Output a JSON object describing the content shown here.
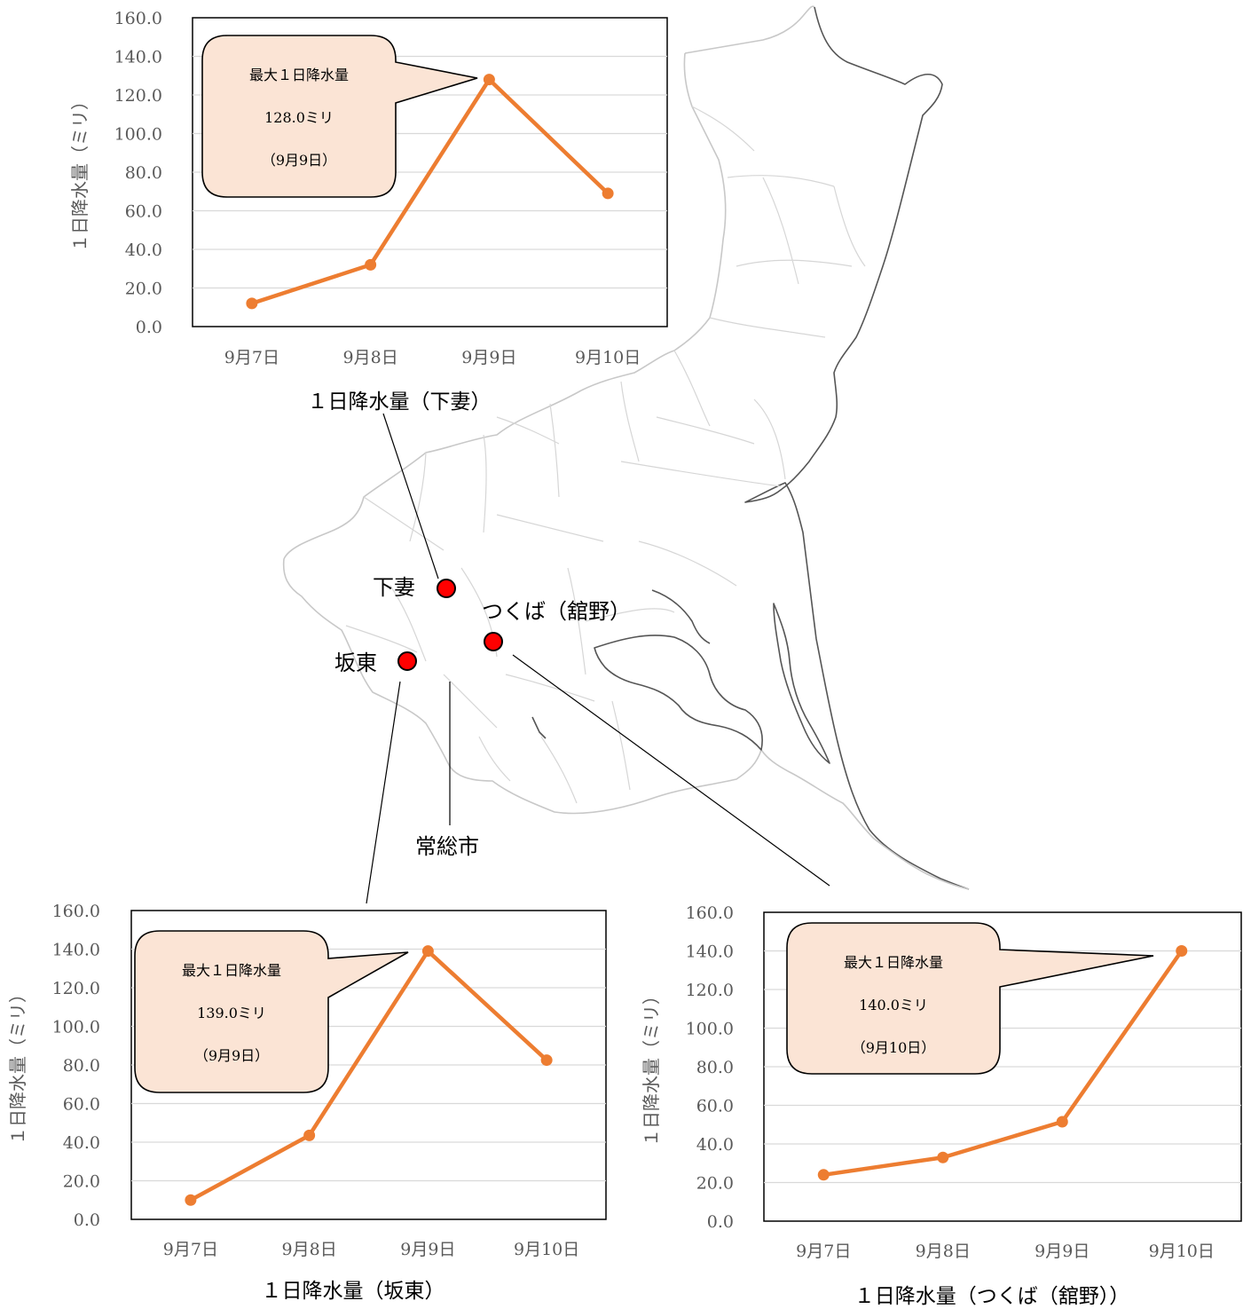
{
  "map": {
    "stations": [
      {
        "label": "下妻"
      },
      {
        "label": "つくば（舘野）"
      },
      {
        "label": "坂東"
      }
    ],
    "city_label": "常総市",
    "colors": {
      "station": "#ff0000",
      "series": "#ed7d31",
      "callout": "#fbe4d5"
    }
  },
  "chart_data": [
    {
      "type": "line",
      "title": "",
      "xlabel": "１日降水量（下妻）",
      "ylabel": "１日降水量（ミリ）",
      "categories": [
        "9月7日",
        "9月8日",
        "9月9日",
        "9月10日"
      ],
      "values": [
        12.0,
        32.0,
        128.0,
        69.0
      ],
      "yticks": [
        "0.0",
        "20.0",
        "40.0",
        "60.0",
        "80.0",
        "100.0",
        "120.0",
        "140.0",
        "160.0"
      ],
      "ylim": [
        0,
        160
      ],
      "grid": true,
      "annotation": {
        "lines": [
          "最大１日降水量",
          "128.0ミリ",
          "（9月9日）"
        ],
        "points_to": "9月9日"
      }
    },
    {
      "type": "line",
      "title": "",
      "xlabel": "１日降水量（坂東）",
      "ylabel": "１日降水量（ミリ）",
      "categories": [
        "9月7日",
        "9月8日",
        "9月9日",
        "9月10日"
      ],
      "values": [
        10.0,
        43.5,
        139.0,
        82.5
      ],
      "yticks": [
        "0.0",
        "20.0",
        "40.0",
        "60.0",
        "80.0",
        "100.0",
        "120.0",
        "140.0",
        "160.0"
      ],
      "ylim": [
        0,
        160
      ],
      "grid": true,
      "annotation": {
        "lines": [
          "最大１日降水量",
          "139.0ミリ",
          "（9月9日）"
        ],
        "points_to": "9月9日"
      }
    },
    {
      "type": "line",
      "title": "",
      "xlabel": "１日降水量（つくば（舘野））",
      "ylabel": "１日降水量（ミリ）",
      "categories": [
        "9月7日",
        "9月8日",
        "9月9日",
        "9月10日"
      ],
      "values": [
        24.0,
        33.0,
        51.5,
        140.0
      ],
      "yticks": [
        "0.0",
        "20.0",
        "40.0",
        "60.0",
        "80.0",
        "100.0",
        "120.0",
        "140.0",
        "160.0"
      ],
      "ylim": [
        0,
        160
      ],
      "grid": true,
      "annotation": {
        "lines": [
          "最大１日降水量",
          "140.0ミリ",
          "（9月10日）"
        ],
        "points_to": "9月10日"
      }
    }
  ]
}
